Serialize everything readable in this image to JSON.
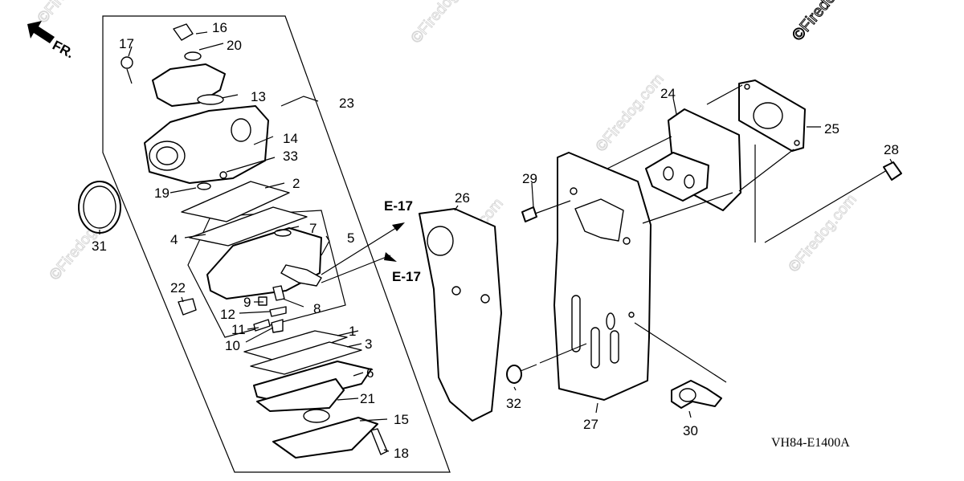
{
  "direction_label": "FR.",
  "diagram_code": "VH84-E1400A",
  "watermark": "©Firedog",
  "watermark_short": "©Firedog.com",
  "reference_labels": [
    "E-17",
    "E-17"
  ],
  "callouts": [
    "1",
    "2",
    "3",
    "4",
    "5",
    "6",
    "7",
    "8",
    "9",
    "10",
    "11",
    "12",
    "13",
    "14",
    "15",
    "16",
    "17",
    "18",
    "19",
    "20",
    "21",
    "22",
    "23",
    "24",
    "25",
    "26",
    "27",
    "28",
    "29",
    "30",
    "31",
    "32",
    "33"
  ]
}
